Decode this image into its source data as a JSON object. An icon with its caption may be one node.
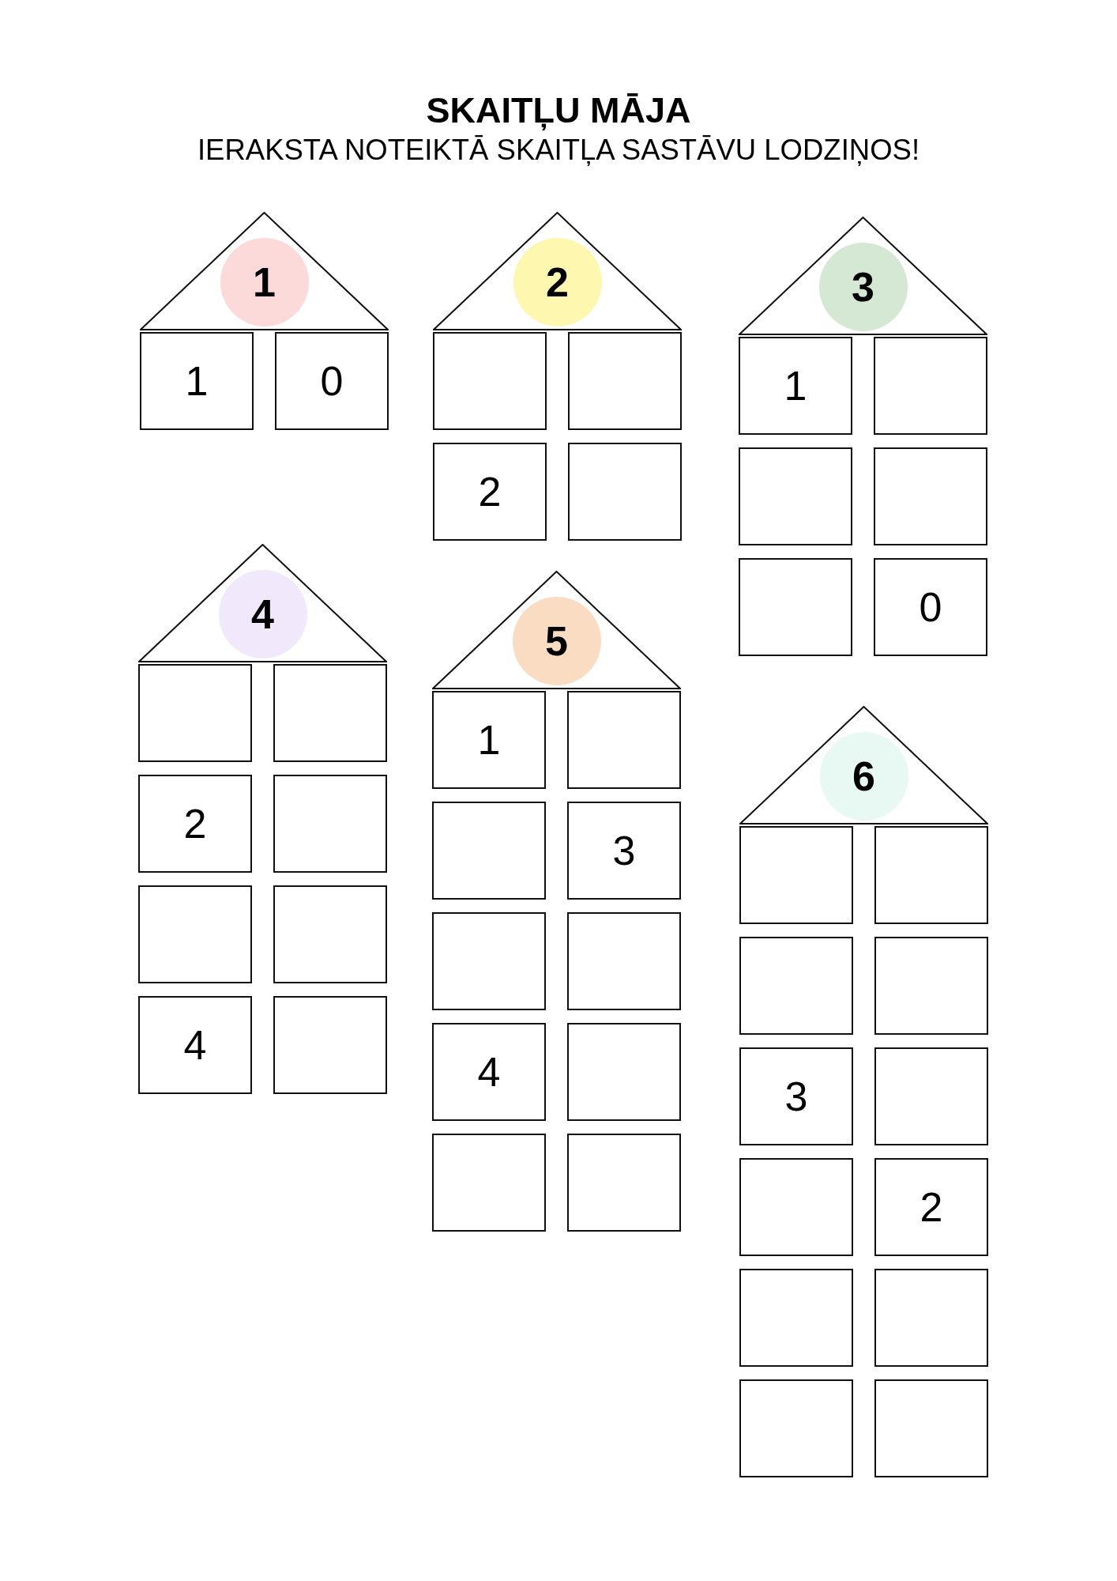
{
  "diagram": {
    "title": "SKAITĻU MĀJA",
    "nodes": [
      {
        "text": [],
        "shape": "triangle"
      },
      {
        "text": [
          "1"
        ],
        "in": 0
      },
      {
        "text": [
          "1"
        ]
      },
      {
        "text": [
          "0"
        ]
      },
      {
        "text": [],
        "shape": "triangle"
      },
      {
        "text": [
          "2"
        ],
        "in": 4
      },
      {
        "text": [],
        "shape": "box"
      },
      {
        "text": [],
        "shape": "box"
      },
      {
        "text": [
          "2"
        ]
      },
      {
        "text": [],
        "shape": "box"
      },
      {
        "text": [],
        "shape": "triangle"
      },
      {
        "text": [
          "3"
        ],
        "in": 10
      },
      {
        "text": [
          "1"
        ]
      },
      {
        "text": [],
        "shape": "box"
      },
      {
        "text": [],
        "shape": "box"
      },
      {
        "text": [],
        "shape": "box"
      },
      {
        "text": [],
        "shape": "box"
      },
      {
        "text": [
          "0"
        ]
      },
      {
        "text": [],
        "shape": "triangle"
      },
      {
        "text": [
          "4"
        ],
        "in": 18
      },
      {
        "text": [],
        "shape": "box"
      },
      {
        "text": [],
        "shape": "box"
      },
      {
        "text": [
          "2"
        ]
      },
      {
        "text": [],
        "shape": "box"
      },
      {
        "text": [],
        "shape": "box"
      },
      {
        "text": [],
        "shape": "box"
      },
      {
        "text": [
          "4"
        ]
      },
      {
        "text": [],
        "shape": "box"
      },
      {
        "text": [],
        "shape": "triangle"
      },
      {
        "text": [
          "5"
        ],
        "in": 28
      },
      {
        "text": [
          "1"
        ]
      },
      {
        "text": [],
        "shape": "box"
      },
      {
        "text": [],
        "shape": "box"
      },
      {
        "text": [
          "3"
        ]
      },
      {
        "text": [],
        "shape": "box"
      },
      {
        "text": [],
        "shape": "box"
      },
      {
        "text": [
          "4"
        ]
      },
      {
        "text": [],
        "shape": "box"
      },
      {
        "text": [],
        "shape": "box"
      },
      {
        "text": [],
        "shape": "box"
      },
      {
        "text": [],
        "shape": "triangle"
      },
      {
        "text": [
          "6"
        ],
        "in": 40
      },
      {
        "text": [],
        "shape": "box"
      },
      {
        "text": [],
        "shape": "box"
      },
      {
        "text": [],
        "shape": "box"
      },
      {
        "text": [],
        "shape": "box"
      },
      {
        "text": [
          "3"
        ]
      },
      {
        "text": [],
        "shape": "box"
      },
      {
        "text": [],
        "shape": "box"
      },
      {
        "text": [
          "2"
        ]
      },
      {
        "text": [],
        "shape": "box"
      },
      {
        "text": [],
        "shape": "box"
      },
      {
        "text": [],
        "shape": "box"
      },
      {
        "text": [],
        "shape": "box"
      }
    ],
    "labels": [
      "IERAKSTA NOTEIKTĀ SKAITĻA SASTĀVU LODZIŅOS!"
    ]
  }
}
